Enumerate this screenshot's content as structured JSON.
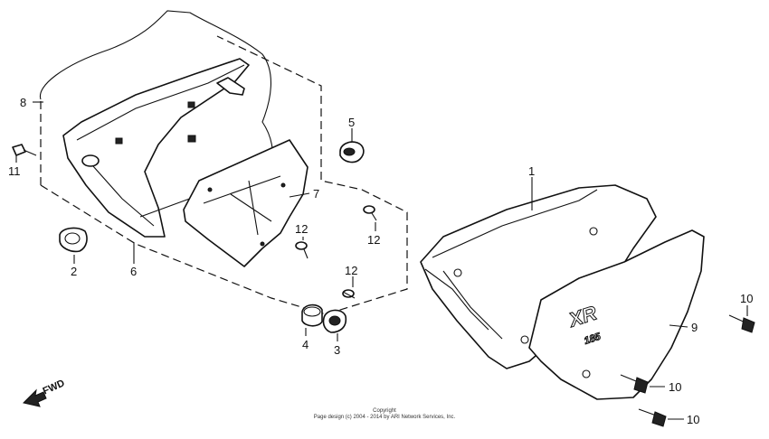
{
  "diagram": {
    "callouts": [
      {
        "id": "c1",
        "label": "1"
      },
      {
        "id": "c2",
        "label": "2"
      },
      {
        "id": "c3",
        "label": "3"
      },
      {
        "id": "c4",
        "label": "4"
      },
      {
        "id": "c5",
        "label": "5"
      },
      {
        "id": "c6",
        "label": "6"
      },
      {
        "id": "c7",
        "label": "7"
      },
      {
        "id": "c8",
        "label": "8"
      },
      {
        "id": "c9",
        "label": "9"
      },
      {
        "id": "c10a",
        "label": "10"
      },
      {
        "id": "c10b",
        "label": "10"
      },
      {
        "id": "c10c",
        "label": "10"
      },
      {
        "id": "c11",
        "label": "11"
      },
      {
        "id": "c12a",
        "label": "12"
      },
      {
        "id": "c12b",
        "label": "12"
      },
      {
        "id": "c12c",
        "label": "12"
      }
    ],
    "emblem_model": "XR",
    "emblem_size": "185",
    "direction_label": "FWD"
  },
  "footer": {
    "copyright_line1": "Copyright",
    "copyright_line2": "Page design (c) 2004 - 2014 by ARI Network Services, Inc."
  }
}
